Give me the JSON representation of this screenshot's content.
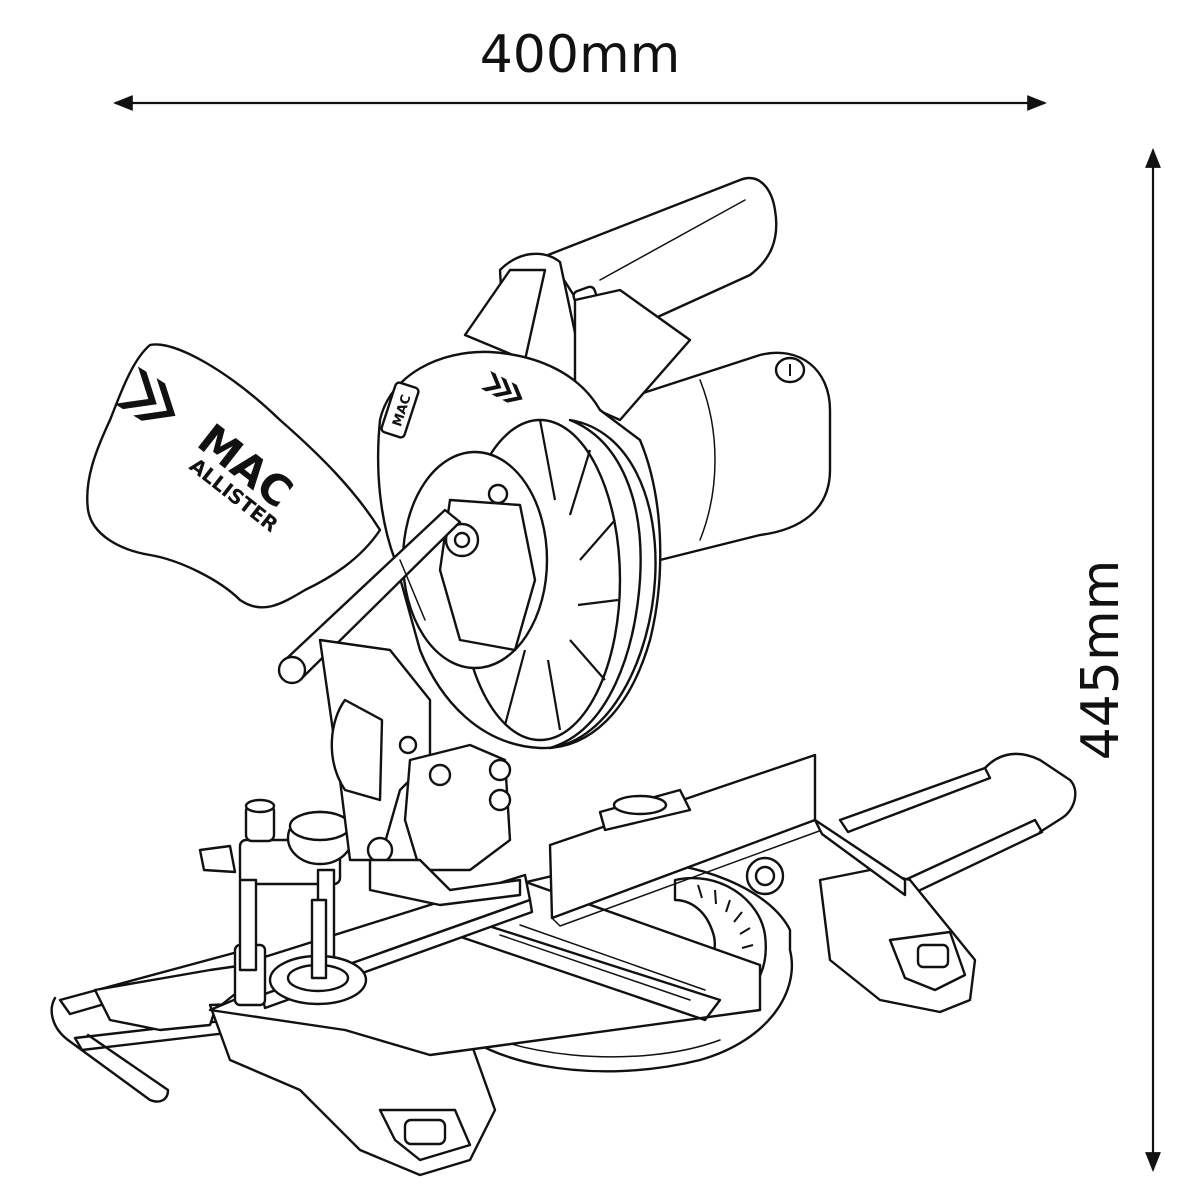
{
  "dimensions": {
    "width_label": "400mm",
    "height_label": "445mm"
  },
  "tag": {
    "brand_line1": "MAC",
    "brand_line2": "ALLISTER"
  },
  "guard_badge": "MAC"
}
